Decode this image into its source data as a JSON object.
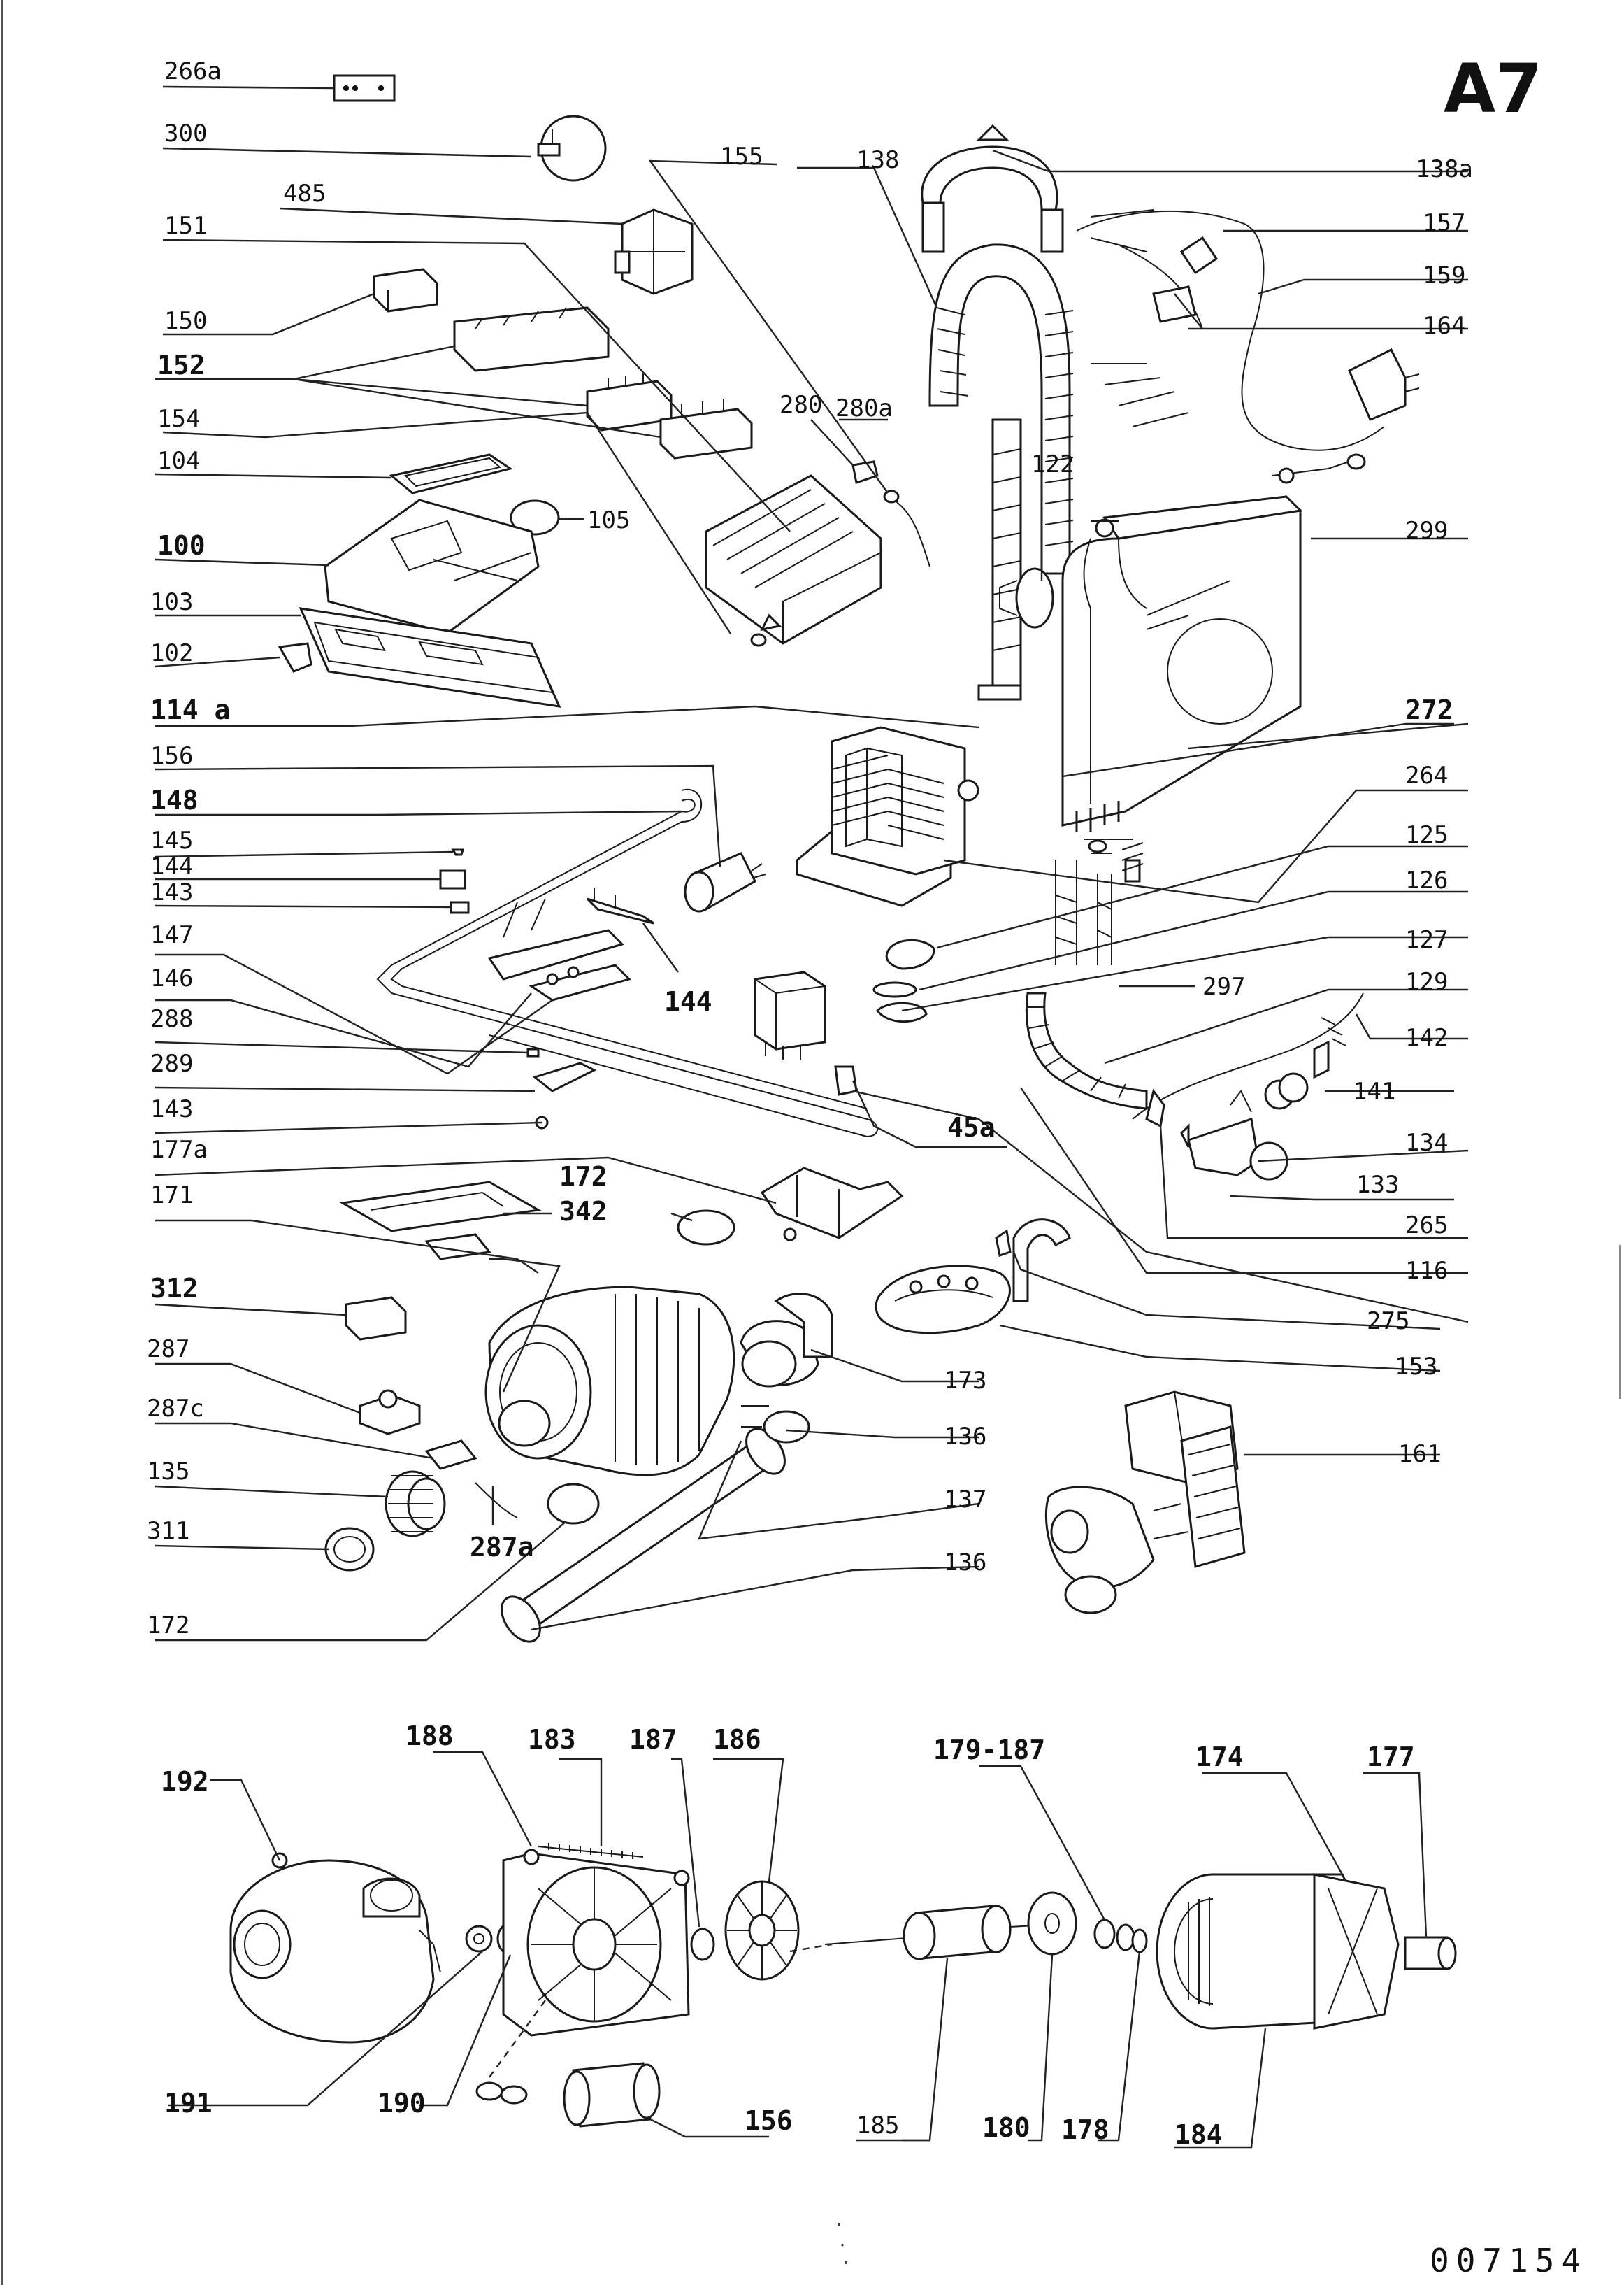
{
  "page": {
    "title": "A7",
    "doc_number": "007154"
  },
  "diagram": {
    "type": "exploded-parts"
  },
  "labels": [
    {
      "text": "266a"
    },
    {
      "text": "300"
    },
    {
      "text": "485"
    },
    {
      "text": "151"
    },
    {
      "text": "150"
    },
    {
      "text": "152"
    },
    {
      "text": "154"
    },
    {
      "text": "104"
    },
    {
      "text": "105"
    },
    {
      "text": "100"
    },
    {
      "text": "103"
    },
    {
      "text": "102"
    },
    {
      "text": "114 a"
    },
    {
      "text": "156"
    },
    {
      "text": "148"
    },
    {
      "text": "145"
    },
    {
      "text": "144"
    },
    {
      "text": "143"
    },
    {
      "text": "147"
    },
    {
      "text": "146"
    },
    {
      "text": "288"
    },
    {
      "text": "289"
    },
    {
      "text": "143"
    },
    {
      "text": "177a"
    },
    {
      "text": "171"
    },
    {
      "text": "312"
    },
    {
      "text": "287"
    },
    {
      "text": "287c"
    },
    {
      "text": "135"
    },
    {
      "text": "311"
    },
    {
      "text": "172"
    },
    {
      "text": "155"
    },
    {
      "text": "138"
    },
    {
      "text": "280"
    },
    {
      "text": "280a"
    },
    {
      "text": "138a"
    },
    {
      "text": "157"
    },
    {
      "text": "159"
    },
    {
      "text": "164"
    },
    {
      "text": "122"
    },
    {
      "text": "299"
    },
    {
      "text": "272"
    },
    {
      "text": "264"
    },
    {
      "text": "125"
    },
    {
      "text": "126"
    },
    {
      "text": "127"
    },
    {
      "text": "297"
    },
    {
      "text": "129"
    },
    {
      "text": "142"
    },
    {
      "text": "141"
    },
    {
      "text": "134"
    },
    {
      "text": "133"
    },
    {
      "text": "265"
    },
    {
      "text": "116"
    },
    {
      "text": "275"
    },
    {
      "text": "153"
    },
    {
      "text": "161"
    },
    {
      "text": "144"
    },
    {
      "text": "45a"
    },
    {
      "text": "172"
    },
    {
      "text": "342"
    },
    {
      "text": "173"
    },
    {
      "text": "136"
    },
    {
      "text": "137"
    },
    {
      "text": "136"
    },
    {
      "text": "287a"
    },
    {
      "text": "192"
    },
    {
      "text": "188"
    },
    {
      "text": "183"
    },
    {
      "text": "187"
    },
    {
      "text": "186"
    },
    {
      "text": "179-187"
    },
    {
      "text": "174"
    },
    {
      "text": "177"
    },
    {
      "text": "191"
    },
    {
      "text": "190"
    },
    {
      "text": "156"
    },
    {
      "text": "185"
    },
    {
      "text": "180"
    },
    {
      "text": "178"
    },
    {
      "text": "184"
    }
  ]
}
